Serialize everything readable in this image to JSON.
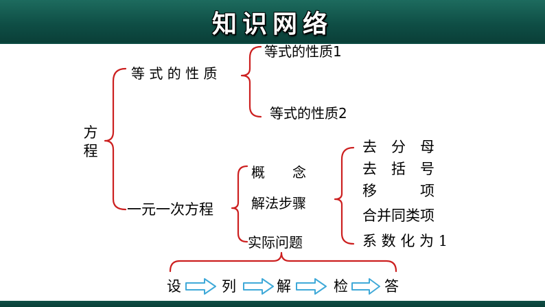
{
  "title": "知识网络",
  "root": {
    "line1": "方",
    "line2": "程"
  },
  "branch1": {
    "label": "等 式 的 性 质",
    "children": [
      "等式的性质1",
      "等式的性质2"
    ]
  },
  "branch2": {
    "label": "一元一次方程",
    "children": {
      "concept": "概　　念",
      "solving_steps": "解法步骤",
      "application": "实际问题"
    },
    "steps": [
      "去　分　母",
      "去　括　号",
      "移　　　项",
      "合并同类项",
      "系 数 化 为 1"
    ]
  },
  "process": [
    "设",
    "列",
    "解",
    "检",
    "答"
  ],
  "colors": {
    "header": "#0f4f46",
    "bracket": "#cc1f1f",
    "arrow_outline": "#3fa9d8"
  }
}
